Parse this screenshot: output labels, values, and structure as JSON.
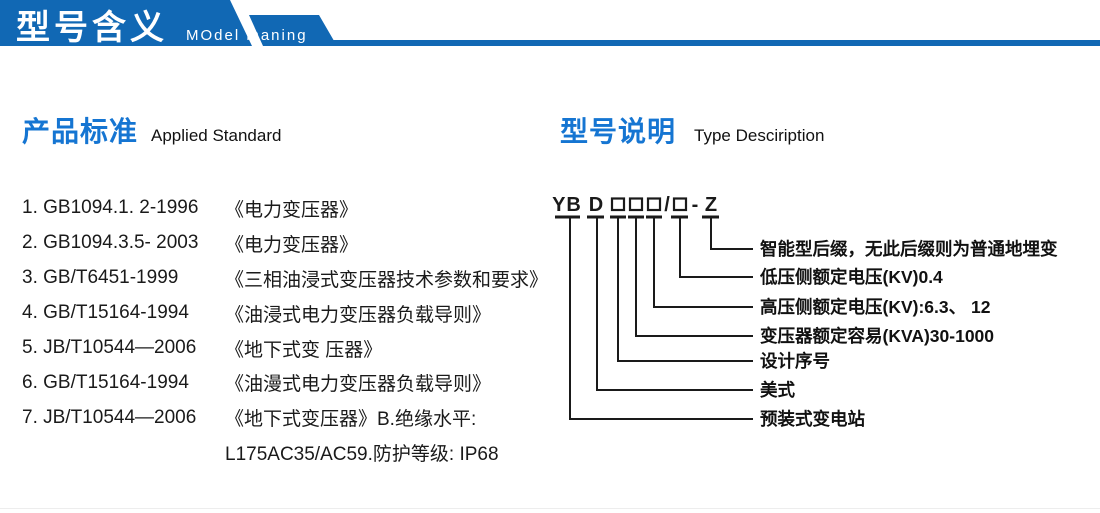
{
  "header": {
    "title": "型号含义",
    "subtitle": "MOdel maning"
  },
  "left": {
    "heading_zh": "产品标准",
    "heading_en": "Applied Standard",
    "items": [
      {
        "code": "1. GB1094.1. 2-1996",
        "title": "《电力变压器》"
      },
      {
        "code": "2. GB1094.3.5- 2003",
        "title": "《电力变压器》"
      },
      {
        "code": "3. GB/T6451-1999",
        "title": "《三相油浸式变压器技术参数和要求》"
      },
      {
        "code": "4. GB/T15164-1994",
        "title": "《油浸式电力变压器负载导则》"
      },
      {
        "code": "5. JB/T10544—2006",
        "title": "《地下式变 压器》"
      },
      {
        "code": "6. GB/T15164-1994",
        "title": "《油漫式电力变压器负载导则》"
      },
      {
        "code": "7. JB/T10544—2006",
        "title": "《地下式变压器》B.绝缘水平:"
      },
      {
        "code": "",
        "title": "L175AC35/AC59.防护等级: IP68"
      }
    ]
  },
  "right": {
    "heading_zh": "型号说明",
    "heading_en": "Type Desciription",
    "code": {
      "prefix": "YB",
      "series_letter": "D",
      "slash": "/",
      "dash": "-",
      "suffix": "Z"
    },
    "labels": [
      "智能型后缀，无此后缀则为普通地埋变",
      "低压侧额定电压(KV)0.4",
      "高压侧额定电压(KV):6.3、 12",
      "变压器额定容易(KVA)30-1000",
      "设计序号",
      "美式",
      "预装式变电站"
    ]
  },
  "colors": {
    "banner_blue": "#1168b4",
    "heading_blue": "#1575d2",
    "text_black": "#1a1a1a"
  }
}
